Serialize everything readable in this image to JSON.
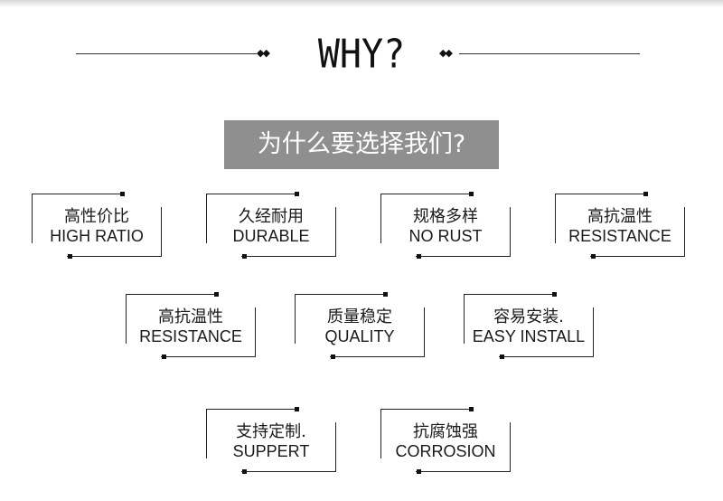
{
  "header": {
    "title": "WHY?",
    "left_ornament": "◆◆",
    "right_ornament": "◆◆"
  },
  "subtitle": "为什么要选择我们?",
  "features": [
    {
      "cn": "高性价比",
      "en": "HIGH RATIO"
    },
    {
      "cn": "久经耐用",
      "en": "DURABLE"
    },
    {
      "cn": "规格多样",
      "en": "NO RUST"
    },
    {
      "cn": "高抗温性",
      "en": "RESISTANCE"
    },
    {
      "cn": "高抗温性",
      "en": "RESISTANCE"
    },
    {
      "cn": "质量稳定",
      "en": "QUALITY"
    },
    {
      "cn": "容易安装.",
      "en": "EASY INSTALL"
    },
    {
      "cn": "支持定制.",
      "en": "SUPPERT"
    },
    {
      "cn": "抗腐蚀强",
      "en": "CORROSION"
    }
  ],
  "colors": {
    "subtitle_bg": "#8f8f8f",
    "text": "#1a1a1a",
    "line": "#222222"
  }
}
